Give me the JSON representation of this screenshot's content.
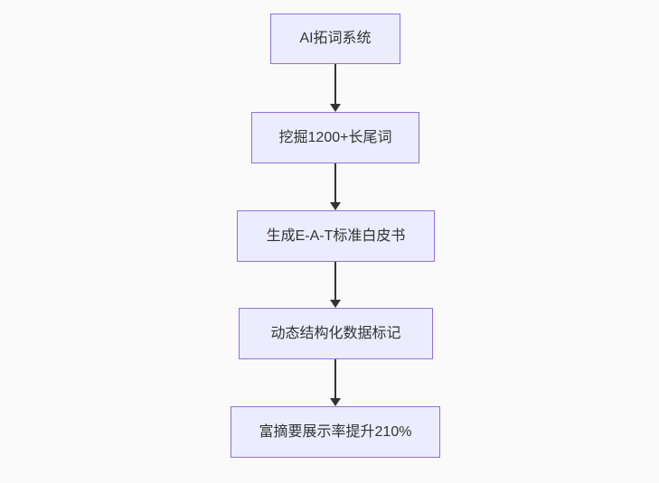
{
  "flowchart": {
    "direction": "top-down",
    "nodes": [
      {
        "label": "AI拓词系统"
      },
      {
        "label": "挖掘1200+长尾词"
      },
      {
        "label": "生成E-A-T标准白皮书"
      },
      {
        "label": "动态结构化数据标记"
      },
      {
        "label": "富摘要展示率提升210%"
      }
    ],
    "edges": [
      {
        "from": 0,
        "to": 1
      },
      {
        "from": 1,
        "to": 2
      },
      {
        "from": 2,
        "to": 3
      },
      {
        "from": 3,
        "to": 4
      }
    ],
    "colors": {
      "background": "#fafafa",
      "node_fill": "#ececff",
      "node_border": "#9370db",
      "text": "#333333",
      "arrow": "#333333"
    }
  }
}
